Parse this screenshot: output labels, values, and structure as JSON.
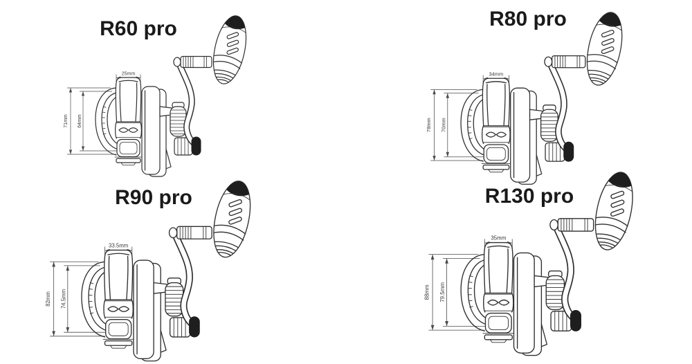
{
  "page": {
    "background_color": "#ffffff",
    "line_color": "#2f2f2f",
    "dimension_color": "#4a4a4a",
    "title_color": "#1a1a1a"
  },
  "reels": [
    {
      "id": "r60-pro",
      "title": "R60 pro",
      "dims": {
        "spool_width": "25mm",
        "overall_height": "71mm",
        "spool_height": "64mm"
      }
    },
    {
      "id": "r80-pro",
      "title": "R80 pro",
      "dims": {
        "spool_width": "34mm",
        "overall_height": "78mm",
        "spool_height": "70mm"
      }
    },
    {
      "id": "r90-pro",
      "title": "R90 pro",
      "dims": {
        "spool_width": "33.5mm",
        "overall_height": "82mm",
        "spool_height": "74.5mm"
      }
    },
    {
      "id": "r130-pro",
      "title": "R130 pro",
      "dims": {
        "spool_width": "35mm",
        "overall_height": "88mm",
        "spool_height": "79.5mm"
      }
    }
  ]
}
